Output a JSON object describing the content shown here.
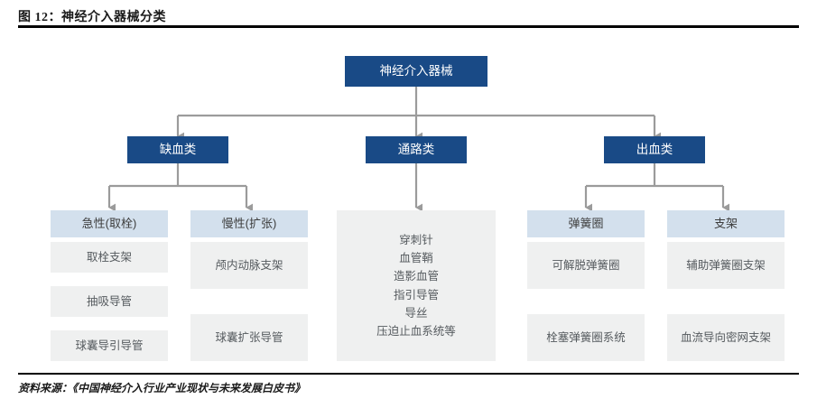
{
  "figure": {
    "title": "图 12：神经介入器械分类",
    "source": "资料来源：《中国神经介入行业产业现状与未来发展白皮书》"
  },
  "colors": {
    "node_dark": "#194a86",
    "node_light_blue": "#d3e0ed",
    "node_gray": "#eff0f0",
    "connector": "#9b9b9b",
    "rule": "#000000",
    "text_dark_on_blue": "#ffffff",
    "text_gray": "#555a5e"
  },
  "diagram": {
    "type": "tree",
    "root": {
      "label": "神经介入器械"
    },
    "categories": [
      {
        "label": "缺血类"
      },
      {
        "label": "通路类"
      },
      {
        "label": "出血类"
      }
    ],
    "subgroups": [
      {
        "label": "急性(取栓)",
        "parent": "缺血类"
      },
      {
        "label": "慢性(扩张)",
        "parent": "缺血类"
      },
      {
        "label": "弹簧圈",
        "parent": "出血类"
      },
      {
        "label": "支架",
        "parent": "出血类"
      }
    ],
    "columns": {
      "acute": {
        "header": "急性(取栓)",
        "items": [
          "取栓支架",
          "抽吸导管",
          "球囊导引导管"
        ]
      },
      "chronic": {
        "header": "慢性(扩张)",
        "items": [
          "颅内动脉支架",
          "球囊扩张导管"
        ]
      },
      "access": {
        "header": "通路类",
        "items": [
          "穿刺针",
          "血管鞘",
          "造影血管",
          "指引导管",
          "导丝",
          "压迫止血系统等"
        ]
      },
      "coil": {
        "header": "弹簧圈",
        "items": [
          "可解脱弹簧圈",
          "栓塞弹簧圈系统"
        ]
      },
      "stent": {
        "header": "支架",
        "items": [
          "辅助弹簧圈支架",
          "血流导向密网支架"
        ]
      }
    }
  }
}
